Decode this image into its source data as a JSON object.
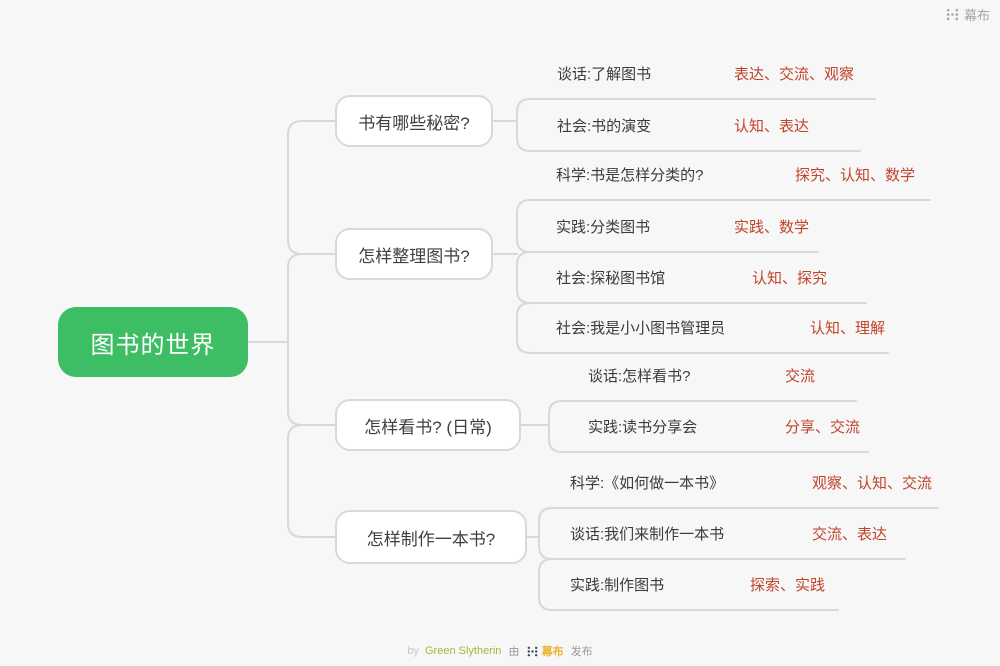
{
  "app": {
    "brand": "幕布"
  },
  "root": {
    "label": "图书的世界"
  },
  "branches": [
    {
      "label": "书有哪些秘密?",
      "children": [
        {
          "label": "谈话:了解图书",
          "tags": "表达、交流、观察"
        },
        {
          "label": "社会:书的演变",
          "tags": "认知、表达"
        }
      ]
    },
    {
      "label": "怎样整理图书?",
      "children": [
        {
          "label": "科学:书是怎样分类的?",
          "tags": "探究、认知、数学"
        },
        {
          "label": "实践:分类图书",
          "tags": "实践、数学"
        },
        {
          "label": "社会:探秘图书馆",
          "tags": "认知、探究"
        },
        {
          "label": "社会:我是小小图书管理员",
          "tags": "认知、理解"
        }
      ]
    },
    {
      "label": "怎样看书? (日常)",
      "children": [
        {
          "label": "谈话:怎样看书?",
          "tags": "交流"
        },
        {
          "label": "实践:读书分享会",
          "tags": "分享、交流"
        }
      ]
    },
    {
      "label": "怎样制作一本书?",
      "children": [
        {
          "label": "科学:《如何做一本书》",
          "tags": "观察、认知、交流"
        },
        {
          "label": "谈话:我们来制作一本书",
          "tags": "交流、表达"
        },
        {
          "label": "实践:制作图书",
          "tags": "探索、实践"
        }
      ]
    }
  ],
  "footer": {
    "by": "by",
    "author": "Green Slytherin",
    "via": "由",
    "brand": "幕布",
    "publish": "发布"
  },
  "colors": {
    "root_green": "#3dbd64",
    "tag_red": "#c0442c",
    "line_gray": "#d8d8d8",
    "node_border": "#d9d9d9",
    "text_dark": "#3b3b3b",
    "background": "#f7f7f7"
  }
}
